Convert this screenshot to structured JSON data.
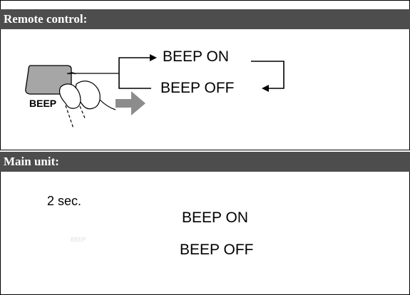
{
  "sections": [
    {
      "title": "Remote control:",
      "button_label": "BEEP",
      "options": [
        "BEEP ON",
        "BEEP OFF"
      ]
    },
    {
      "title": "Main unit:",
      "press_duration": "2 sec.",
      "button_label": "BEEP",
      "options": [
        "BEEP ON",
        "BEEP OFF"
      ]
    }
  ],
  "colors": {
    "header_bg": "#4d4d4d",
    "button_fill": "#a6a6a6",
    "arrow_fill": "#8c8c8c"
  }
}
